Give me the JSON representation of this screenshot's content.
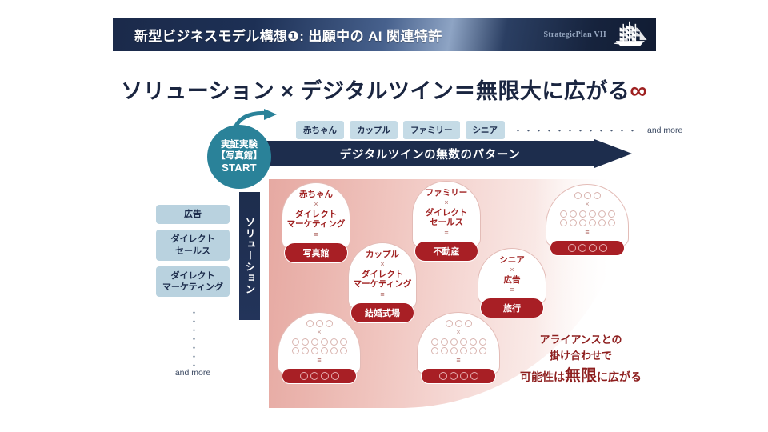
{
  "header": {
    "title": "新型ビジネスモデル構想❶: 出願中の AI 関連特許",
    "brand": "StrategicPlan VII",
    "ship_icon": "sailing-ship-icon",
    "bg_color": "#1d2d4d"
  },
  "main_title": {
    "text": "ソリューション × デジタルツイン＝無限大に広がる",
    "infinity": "∞",
    "color": "#1a2540",
    "accent_color": "#9e2121"
  },
  "top_tags": {
    "items": [
      "赤ちゃん",
      "カップル",
      "ファミリー",
      "シニア"
    ],
    "dots": "・・・・・・・・・・・・",
    "more": "and more",
    "tag_color": "#c5dbe6"
  },
  "arrow_band": {
    "label": "デジタルツインの無数のパターン",
    "color": "#1d2d4d"
  },
  "start_badge": {
    "line1": "実証実験",
    "line2": "【写真館】",
    "line3": "START",
    "color": "#2a8299",
    "arrow_icon": "curved-arrow-icon"
  },
  "vertical_axis": {
    "label": "ソリューション",
    "color": "#1d2d4d"
  },
  "left_tags": {
    "items": [
      "広告",
      "ダイレクト\nセールス",
      "ダイレクト\nマーケティング"
    ],
    "item0": "広告",
    "item1_a": "ダイレクト",
    "item1_b": "セールス",
    "item2_a": "ダイレクト",
    "item2_b": "マーケティング",
    "dots": "・・・・・・・",
    "more": "and more",
    "tag_color": "#b9d2df"
  },
  "bubbles": [
    {
      "segment": "赤ちゃん",
      "operator": "×",
      "solution_a": "ダイレクト",
      "solution_b": "マーケティング",
      "equals": "≡",
      "result": "写真館",
      "placeholder": false
    },
    {
      "segment": "カップル",
      "operator": "×",
      "solution_a": "ダイレクト",
      "solution_b": "マーケティング",
      "equals": "≡",
      "result": "結婚式場",
      "placeholder": false
    },
    {
      "segment": "ファミリー",
      "operator": "×",
      "solution_a": "ダイレクト",
      "solution_b": "セールス",
      "equals": "≡",
      "result": "不動産",
      "placeholder": false
    },
    {
      "segment": "シニア",
      "operator": "×",
      "solution_a": "広告",
      "solution_b": "",
      "equals": "≡",
      "result": "旅行",
      "placeholder": false
    },
    {
      "segment": "",
      "operator": "×",
      "solution_a": "",
      "solution_b": "",
      "equals": "≡",
      "result": "",
      "placeholder": true
    },
    {
      "segment": "",
      "operator": "×",
      "solution_a": "",
      "solution_b": "",
      "equals": "≡",
      "result": "",
      "placeholder": true
    },
    {
      "segment": "",
      "operator": "×",
      "solution_a": "",
      "solution_b": "",
      "equals": "≡",
      "result": "",
      "placeholder": true
    }
  ],
  "message": {
    "line1": "アライアンスとの",
    "line2": "掛け合わせで",
    "line3_a": "可能性は",
    "line3_big": "無限",
    "line3_b": "に広がる",
    "color": "#8e1f1f"
  },
  "fan": {
    "start_color": "#e6a9a2",
    "end_color": "#ffffff"
  }
}
